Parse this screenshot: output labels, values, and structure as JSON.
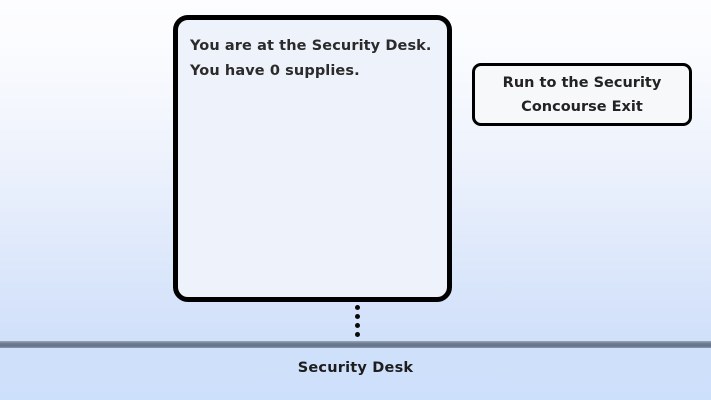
{
  "scene": {
    "background_top_color": "#fdfdff",
    "background_bottom_color": "#cfe0fa"
  },
  "room_panel": {
    "lines": [
      "You are at the Security Desk.",
      "You have 0 supplies."
    ],
    "fill_color": "#eef2fa",
    "border_color": "#000000"
  },
  "action_button": {
    "lines": [
      "Run to the Security",
      "Concourse Exit"
    ],
    "fill_color": "#f7f8fa",
    "border_color": "#000000"
  },
  "connector": {
    "dot_count": 4,
    "dot_color": "#0a0a0a"
  },
  "ground": {
    "label": "Security Desk",
    "divider_color": "#6e7c91"
  }
}
